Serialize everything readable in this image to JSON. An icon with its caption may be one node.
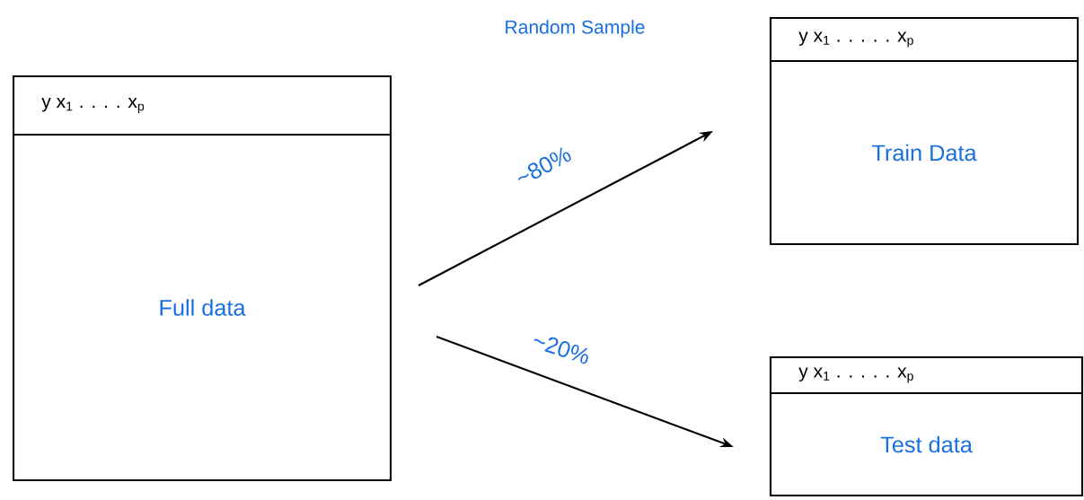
{
  "diagram": {
    "nodes": [
      {
        "text": [
          "y x$_{1}$ . . . . x$_{p}$",
          "Full data"
        ]
      },
      {
        "text": [
          "y x$_{1}$ . . . . . x$_{p}$",
          "Train Data"
        ]
      },
      {
        "text": [
          "y x$_{1}$ . . . . . x$_{p}$",
          "Test data"
        ]
      }
    ],
    "edges": [
      {
        "from": 0,
        "to": 1,
        "arrow": "to",
        "label": "~80%"
      },
      {
        "from": 0,
        "to": 2,
        "arrow": "to",
        "label": "~20%"
      }
    ],
    "labels": [
      "Random Sample"
    ]
  }
}
